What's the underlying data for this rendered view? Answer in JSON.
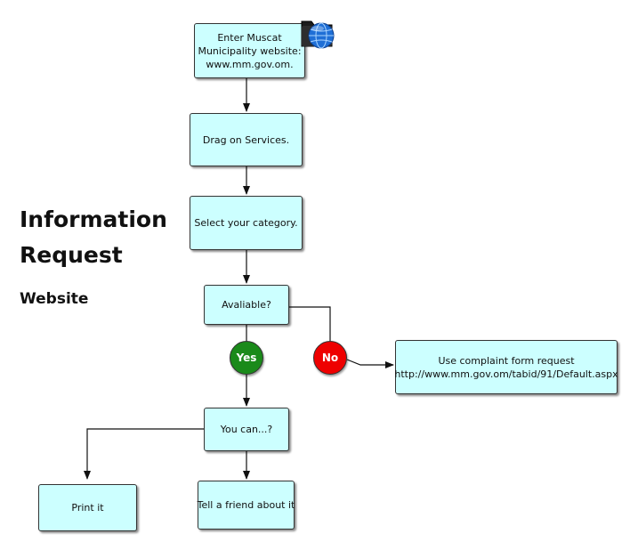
{
  "title": {
    "line1": "Information",
    "line2": "Request"
  },
  "subtitle": "Website",
  "nodes": {
    "enter_website": {
      "line1": "Enter Muscat",
      "line2": "Municipality website:",
      "line3": "www.mm.gov.om."
    },
    "drag_services": "Drag on Services.",
    "select_category": "Select your category.",
    "available": "Avaliable?",
    "yes": "Yes",
    "no": "No",
    "complaint": {
      "line1": "Use complaint form request",
      "line2": "http://www.mm.gov.om/tabid/91/Default.aspx"
    },
    "you_can": "You can...?",
    "print_it": "Print it",
    "tell_friend": "Tell a friend about it"
  },
  "colors": {
    "box_fill": "#ccffff",
    "yes_badge": "#1a8a1a",
    "no_badge": "#ee0000"
  },
  "icons": {
    "header": "folder-globe-icon"
  }
}
